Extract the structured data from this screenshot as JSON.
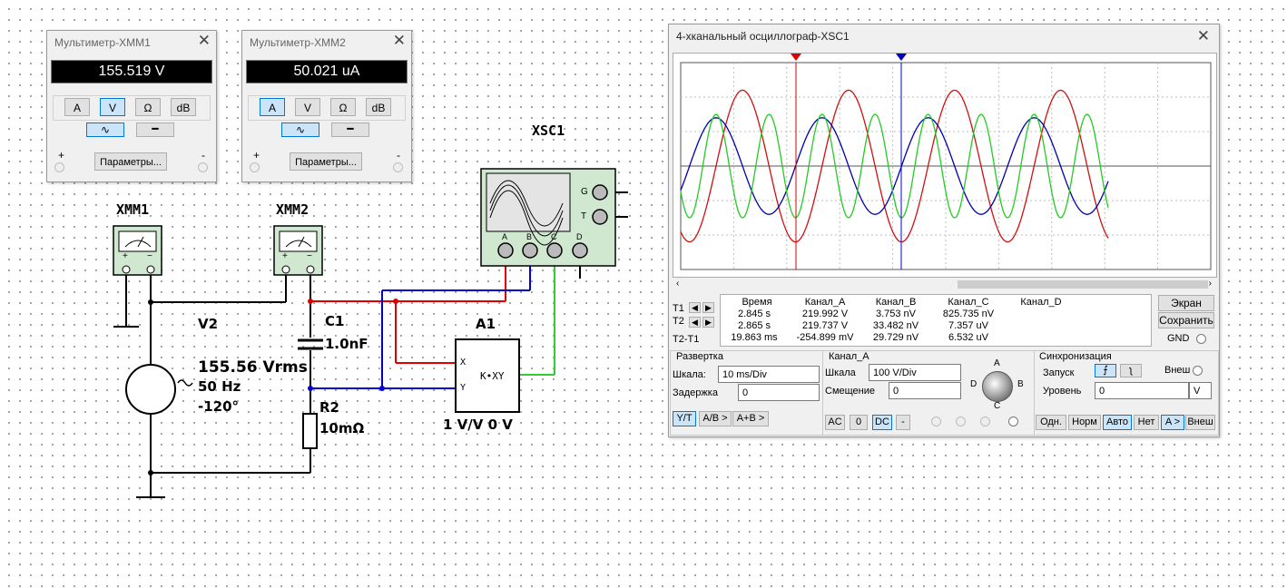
{
  "multimeter1": {
    "title": "Мультиметр-XMM1",
    "display": "155.519 V",
    "modes": [
      "A",
      "V",
      "Ω",
      "dB"
    ],
    "selected_mode": "V",
    "settings_label": "Параметры...",
    "plus": "+",
    "minus": "-"
  },
  "multimeter2": {
    "title": "Мультиметр-XMM2",
    "display": "50.021 uA",
    "modes": [
      "A",
      "V",
      "Ω",
      "dB"
    ],
    "selected_mode": "A",
    "settings_label": "Параметры...",
    "plus": "+",
    "minus": "-"
  },
  "schematic": {
    "xmm1": "XMM1",
    "xmm2": "XMM2",
    "xsc1": "XSC1",
    "v2_name": "V2",
    "v2_rms": "155.56 Vrms",
    "v2_freq": "50 Hz",
    "v2_phase": "-120°",
    "c1_name": "C1",
    "c1_value": "1.0nF",
    "r2_name": "R2",
    "r2_value": "10mΩ",
    "a1_name": "A1",
    "a1_gain": "1 V/V 0 V",
    "a1_x": "X",
    "a1_y": "Y",
    "a1_expr": "K•XY",
    "scope_g": "G",
    "scope_t": "T",
    "scope_a": "A",
    "scope_b": "B",
    "scope_c": "C",
    "scope_d": "D",
    "meter_plus": "+",
    "meter_minus": "−",
    "wire_colors": {
      "red": "#e00000",
      "blue": "#0000d0",
      "green": "#33cc33",
      "black": "#000000"
    }
  },
  "oscilloscope": {
    "title": "4-хканальный осциллограф-XSC1",
    "cursor_table": {
      "headers": [
        "Время",
        "Канал_A",
        "Канал_B",
        "Канал_C",
        "Канал_D"
      ],
      "rows": [
        {
          "label": "T1",
          "values": [
            "2.845 s",
            "219.992 V",
            "3.753 nV",
            "825.735 nV",
            ""
          ]
        },
        {
          "label": "T2",
          "values": [
            "2.865 s",
            "219.737 V",
            "33.482 nV",
            "7.357 uV",
            ""
          ]
        },
        {
          "label": "T2-T1",
          "values": [
            "19.863 ms",
            "-254.899 mV",
            "29.729 nV",
            "6.532 uV",
            ""
          ]
        }
      ]
    },
    "btn_screen": "Экран",
    "btn_save": "Сохранить",
    "gnd": "GND",
    "timebase": {
      "title": "Развертка",
      "scale_label": "Шкала:",
      "scale": "10 ms/Div",
      "delay_label": "Задержка",
      "delay": "0",
      "modes": [
        "Y/T",
        "A/B >",
        "A+B >"
      ]
    },
    "channel": {
      "title": "Канал_A",
      "scale_label": "Шкала",
      "scale": "100  V/Div",
      "offset_label": "Смещение",
      "offset": "0",
      "coupling": [
        "AC",
        "0",
        "DC",
        "-"
      ],
      "knob_labels": [
        "A",
        "B",
        "C",
        "D"
      ]
    },
    "trigger": {
      "title": "Синхронизация",
      "edge_label": "Запуск",
      "ext_label": "Внеш",
      "level_label": "Уровень",
      "level": "0",
      "level_unit": "V",
      "modes": [
        "Одн.",
        "Норм",
        "Авто",
        "Нет",
        "A >",
        "Внеш"
      ]
    },
    "traces": [
      {
        "channel": "A",
        "color": "#d01010",
        "amplitude_div": 2.2,
        "period_div": 2.0,
        "phase_deg": -120
      },
      {
        "channel": "B",
        "color": "#0000b0",
        "amplitude_div": 1.4,
        "period_div": 2.0,
        "phase_deg": -30
      },
      {
        "channel": "C",
        "color": "#22cc22",
        "amplitude_div": 1.5,
        "period_div": 1.0,
        "phase_deg": -150
      }
    ],
    "cursor1_color": "#e00000",
    "cursor2_color": "#0000c0"
  }
}
